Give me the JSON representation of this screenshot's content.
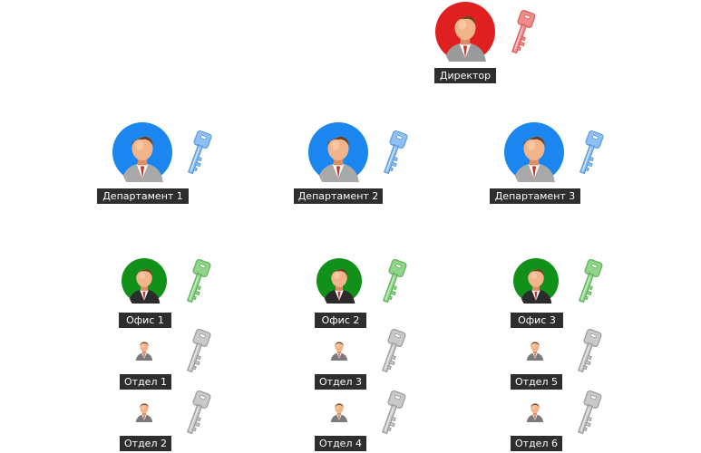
{
  "colors": {
    "director": "#e02020",
    "department": "#1b86f0",
    "office": "#11901a",
    "label_bg": "#2e2e2e",
    "key_red": "#f28a8a",
    "key_blue": "#8fc0f5",
    "key_green": "#8fd68a",
    "key_gray": "#c9c9c9"
  },
  "director": {
    "label": "Директор",
    "key_icon": "key-red-icon"
  },
  "departments": [
    {
      "label": "Департамент 1",
      "key_icon": "key-blue-icon"
    },
    {
      "label": "Департамент 2",
      "key_icon": "key-blue-icon"
    },
    {
      "label": "Департамент 3",
      "key_icon": "key-blue-icon"
    }
  ],
  "offices": [
    {
      "label": "Офис 1",
      "key_icon": "key-green-icon"
    },
    {
      "label": "Офис 2",
      "key_icon": "key-green-icon"
    },
    {
      "label": "Офис 3",
      "key_icon": "key-green-icon"
    }
  ],
  "units": [
    {
      "label": "Отдел 1",
      "key_icon": "key-gray-icon"
    },
    {
      "label": "Отдел 2",
      "key_icon": "key-gray-icon"
    },
    {
      "label": "Отдел 3",
      "key_icon": "key-gray-icon"
    },
    {
      "label": "Отдел 4",
      "key_icon": "key-gray-icon"
    },
    {
      "label": "Отдел 5",
      "key_icon": "key-gray-icon"
    },
    {
      "label": "Отдел 6",
      "key_icon": "key-gray-icon"
    }
  ]
}
